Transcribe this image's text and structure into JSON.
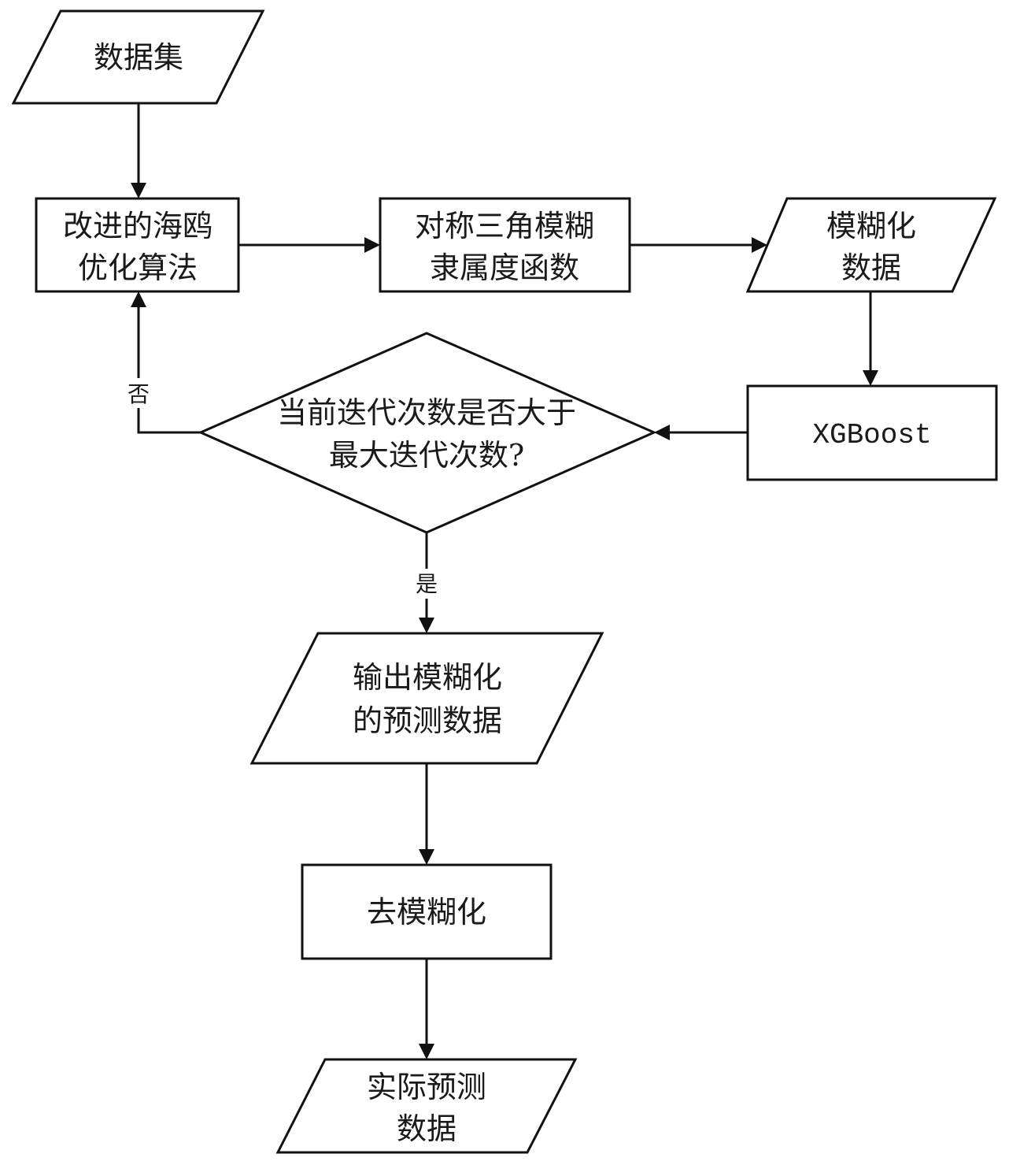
{
  "diagram": {
    "type": "flowchart",
    "nodes": {
      "dataset": {
        "shape": "parallelogram",
        "lines": [
          "数据集"
        ]
      },
      "improved_seagull": {
        "shape": "rectangle",
        "lines": [
          "改进的海鸥",
          "优化算法"
        ]
      },
      "triangular_membership": {
        "shape": "rectangle",
        "lines": [
          "对称三角模糊",
          "隶属度函数"
        ]
      },
      "fuzzified_data": {
        "shape": "parallelogram",
        "lines": [
          "模糊化",
          "数据"
        ]
      },
      "xgboost": {
        "shape": "rectangle",
        "lines": [
          "XGBoost"
        ]
      },
      "iteration_check": {
        "shape": "diamond",
        "lines": [
          "当前迭代次数是否大于",
          "最大迭代次数?"
        ]
      },
      "fuzzy_prediction_output": {
        "shape": "parallelogram",
        "lines": [
          "输出模糊化",
          "的预测数据"
        ]
      },
      "defuzzify": {
        "shape": "rectangle",
        "lines": [
          "去模糊化"
        ]
      },
      "actual_prediction": {
        "shape": "parallelogram",
        "lines": [
          "实际预测",
          "数据"
        ]
      }
    },
    "edges": [
      {
        "from": "dataset",
        "to": "improved_seagull",
        "label": ""
      },
      {
        "from": "improved_seagull",
        "to": "triangular_membership",
        "label": ""
      },
      {
        "from": "triangular_membership",
        "to": "fuzzified_data",
        "label": ""
      },
      {
        "from": "fuzzified_data",
        "to": "xgboost",
        "label": ""
      },
      {
        "from": "xgboost",
        "to": "iteration_check",
        "label": ""
      },
      {
        "from": "iteration_check",
        "to": "improved_seagull",
        "label": "否"
      },
      {
        "from": "iteration_check",
        "to": "fuzzy_prediction_output",
        "label": "是"
      },
      {
        "from": "fuzzy_prediction_output",
        "to": "defuzzify",
        "label": ""
      },
      {
        "from": "defuzzify",
        "to": "actual_prediction",
        "label": ""
      }
    ],
    "edge_labels": {
      "no": "否",
      "yes": "是"
    },
    "colors": {
      "stroke": "#111111",
      "fill": "#ffffff",
      "text": "#1a1a1a"
    }
  }
}
